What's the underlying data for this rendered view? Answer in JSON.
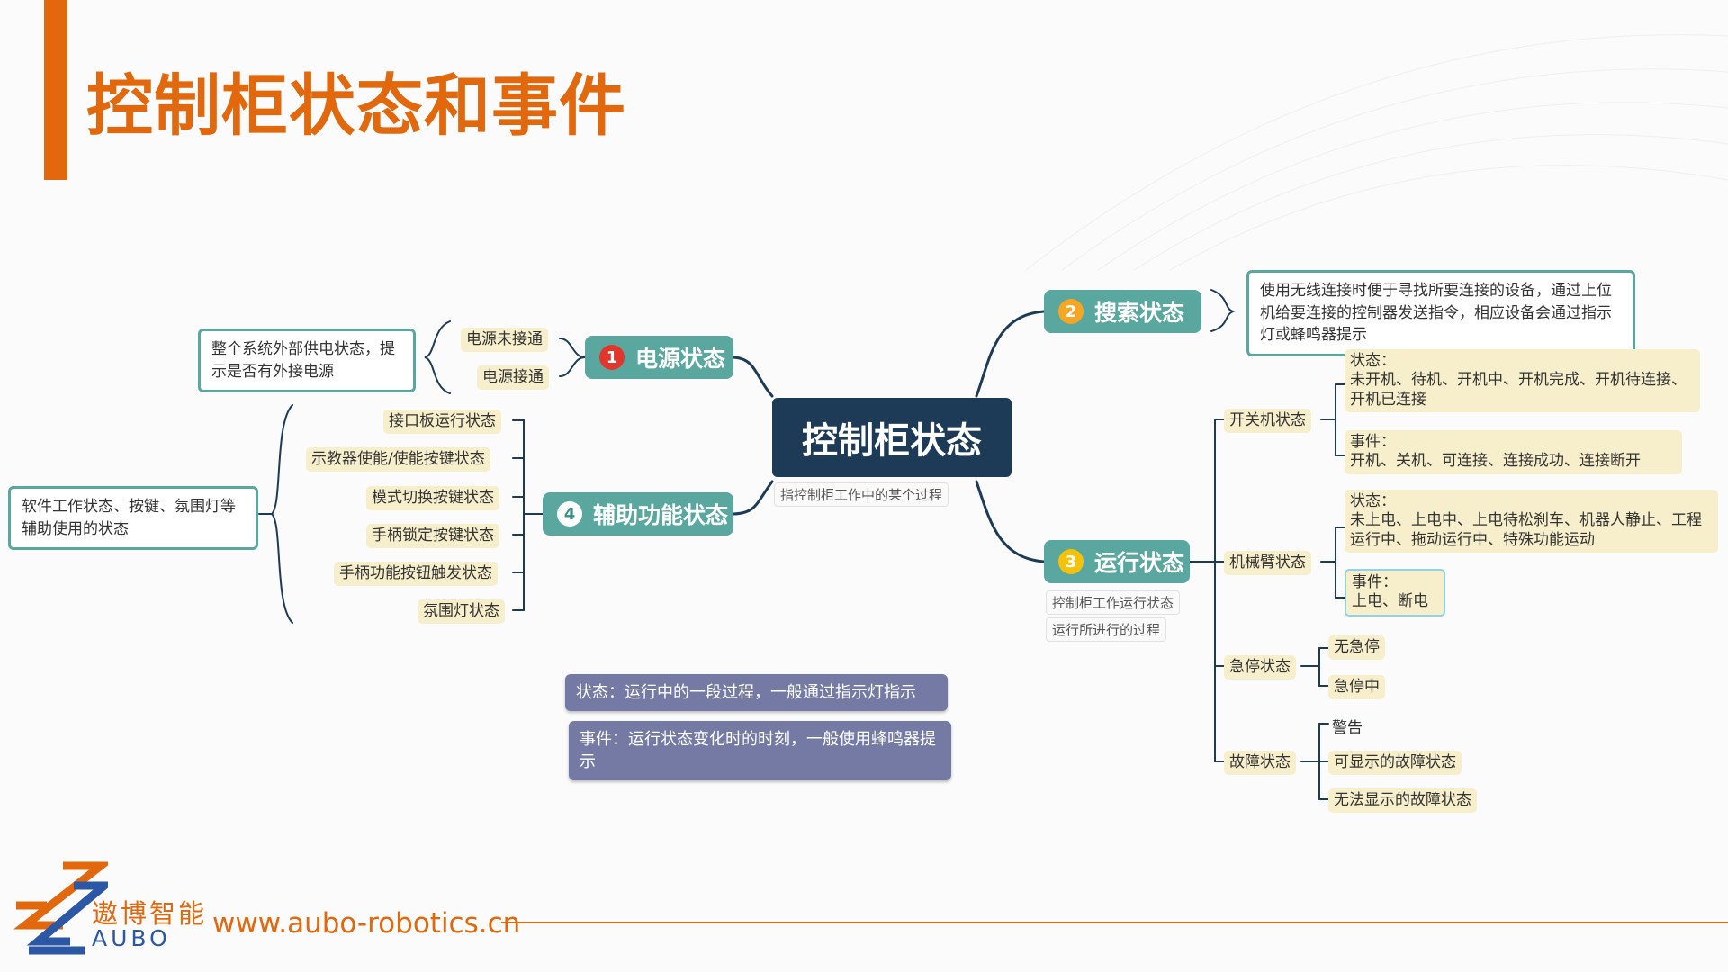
{
  "slide": {
    "title": "控制柜状态和事件"
  },
  "footer": {
    "company_cn": "遨博智能",
    "company_en": "AUBO",
    "url": "www.aubo-robotics.cn"
  },
  "colors": {
    "accent": "#e2680e",
    "teal": "#5aa7a0",
    "navy": "#1d3b56",
    "tag": "#f7efcb",
    "legend": "#747aa3"
  },
  "mindmap": {
    "root": {
      "label": "控制柜状态",
      "note": "指控制柜工作中的某个过程"
    },
    "power": {
      "number": "1",
      "label": "电源状态",
      "leaves": [
        "电源未接通",
        "电源接通"
      ],
      "note": "整个系统外部供电状态，提示是否有外接电源"
    },
    "aux": {
      "number": "4",
      "label": "辅助功能状态",
      "leaves": [
        "接口板运行状态",
        "示教器使能/使能按键状态",
        "模式切换按键状态",
        "手柄锁定按键状态",
        "手柄功能按钮触发状态",
        "氛围灯状态"
      ],
      "note": "软件工作状态、按键、氛围灯等辅助使用的状态"
    },
    "search": {
      "number": "2",
      "label": "搜索状态",
      "note": "使用无线连接时便于寻找所要连接的设备，通过上位机给要连接的控制器发送指令，相应设备会通过指示灯或蜂鸣器提示"
    },
    "run": {
      "number": "3",
      "label": "运行状态",
      "notes": [
        "控制柜工作运行状态",
        "运行所进行的过程"
      ],
      "branches": {
        "switch": {
          "label": "开关机状态",
          "state": "状态：\n未开机、待机、开机中、开机完成、开机待连接、开机已连接",
          "event": "事件：\n开机、关机、可连接、连接成功、连接断开"
        },
        "arm": {
          "label": "机械臂状态",
          "state": "状态：\n未上电、上电中、上电待松刹车、机器人静止、工程运行中、拖动运行中、特殊功能运动",
          "event": "事件：\n上电、断电"
        },
        "estop": {
          "label": "急停状态",
          "leaves": [
            "无急停",
            "急停中"
          ]
        },
        "fault": {
          "label": "故障状态",
          "leaves": [
            "警告",
            "可显示的故障状态",
            "无法显示的故障状态"
          ]
        }
      }
    },
    "legend": {
      "state": "状态：运行中的一段过程，一般通过指示灯指示",
      "event": "事件：运行状态变化时的时刻，一般使用蜂鸣器提示"
    }
  }
}
